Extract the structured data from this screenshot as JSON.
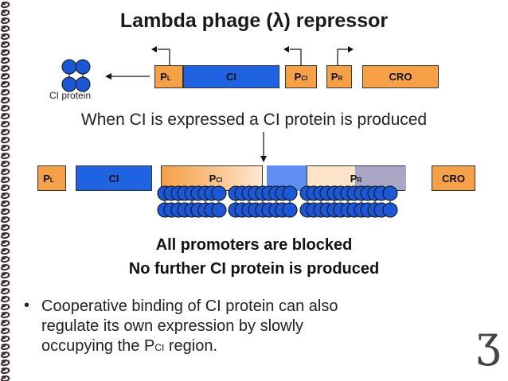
{
  "title": "Lambda phage (λ) repressor",
  "colors": {
    "promoter_fill": "#f6a048",
    "ci_fill": "#1f63e0",
    "cro_fill": "#f6a048",
    "protein_fill": "#1c58d6",
    "pale_promoter": "#fde4c8",
    "light_blue": "#5e8ef2",
    "lavender": "#a8a6c4",
    "border_decor": "#3a2a2a"
  },
  "top_row": {
    "pl_label": "P",
    "pl_sub": "L",
    "ci_label": "CI",
    "pci_label": "P",
    "pci_sub": "CI",
    "pr_label": "P",
    "pr_sub": "R",
    "cro_label": "CRO",
    "protein_caption": "CI protein"
  },
  "statement": "When CI is expressed a CI protein is produced",
  "bottom_row": {
    "pl_label": "P",
    "pl_sub": "L",
    "ci_label": "CI",
    "pci_label": "P",
    "pci_sub": "CI",
    "pr_label": "P",
    "pr_sub": "R",
    "cro_label": "CRO"
  },
  "blocked_line1": "All promoters are blocked",
  "blocked_line2": "No further CI protein is produced",
  "bullet": {
    "symbol": "•",
    "line1": "Cooperative binding of CI protein can also",
    "line2": "regulate its own expression by slowly",
    "line3_before": "occupying the P",
    "line3_sub": "CI",
    "line3_after": " region."
  },
  "decor_glyph": "ʒ"
}
